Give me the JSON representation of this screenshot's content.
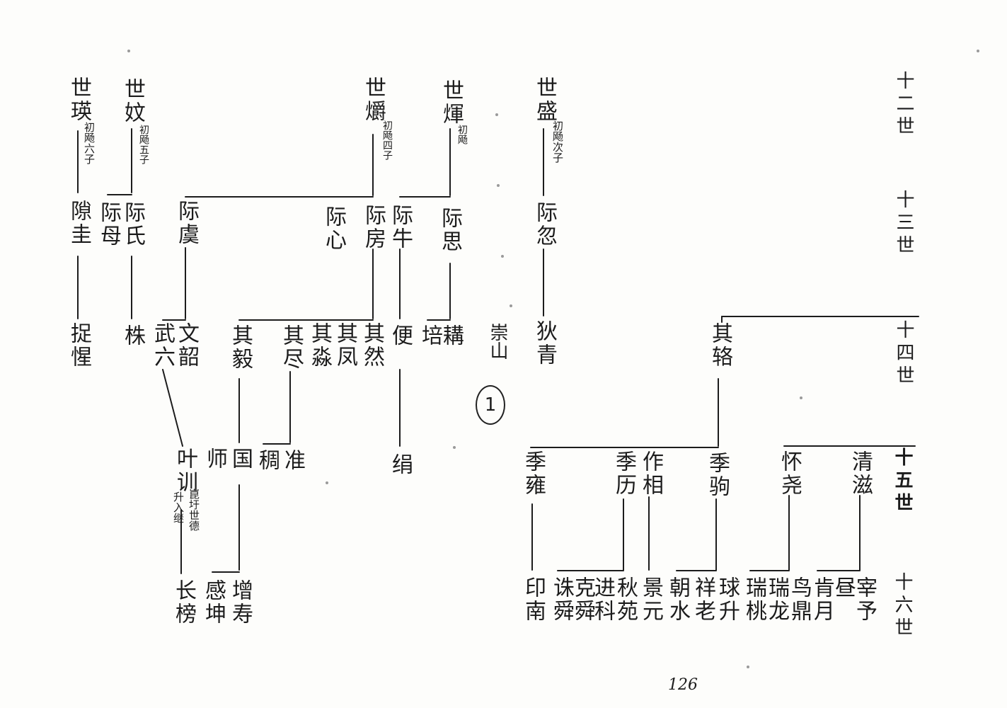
{
  "generations": {
    "g12": "十二世",
    "g13": "十三世",
    "g14": "十四世",
    "g15": "十五世",
    "g16": "十六世"
  },
  "left_tree": {
    "shiying": "世瑛",
    "shiying_note": "初飏六子",
    "shiwen": "世妏",
    "shiwen_note": "初飏五子",
    "shijue": "世爝",
    "shijue_note": "初飏四子",
    "shihui": "世煇",
    "shihui_note": "初飏",
    "shisheng": "世盛",
    "shisheng_note": "初飏次子",
    "jikui": "隙圭",
    "jimu": "际母",
    "jishi": "际氏",
    "jiyu": "际虞",
    "jixin": "际心",
    "jifang": "际房",
    "jiniu": "际牛",
    "jisi": "际思",
    "jicong": "际忽",
    "tanxing": "捉惺",
    "zhu": "株",
    "wuliu": "武六",
    "wenzhao": "文韶",
    "qiyi": "其毅",
    "qijin": "其尽",
    "qimiao": "其淼",
    "qifeng": "其凤",
    "qiran": "其然",
    "bian": "便",
    "pei": "培",
    "geng": "耩",
    "rongshan": "崇山",
    "diqing": "狄青",
    "circled_no": "1",
    "yexun": "叶训",
    "yexun_note1": "崑圩世德",
    "yexun_note2": "升入继",
    "shi": "师",
    "guo": "国",
    "chou": "稠",
    "zhun": "准",
    "xu": "绢",
    "changbang": "长榜",
    "ganshen": "感坤",
    "zengshou": "增寿"
  },
  "right_tree": {
    "qiluo": "其辂",
    "jiyong": "季雍",
    "jili": "季历",
    "zuoxiang": "作相",
    "jigou": "季驹",
    "huaiyao": "怀尧",
    "qingzi": "清滋",
    "yinan": "印南",
    "zhushun": "诛舜",
    "keshun": "克舜",
    "jinke": "进科",
    "qiuyuan": "秋苑",
    "jingyuan": "景元",
    "chaoshui": "朝水",
    "xianglao": "祥老",
    "qiusheng": "球升",
    "ruitao": "瑞桃",
    "ruilong": "瑞龙",
    "niaoding": "鸟鼎",
    "kenyue": "肯月",
    "zhou": "昼",
    "zaiyu": "宰予"
  },
  "page_number": "126"
}
